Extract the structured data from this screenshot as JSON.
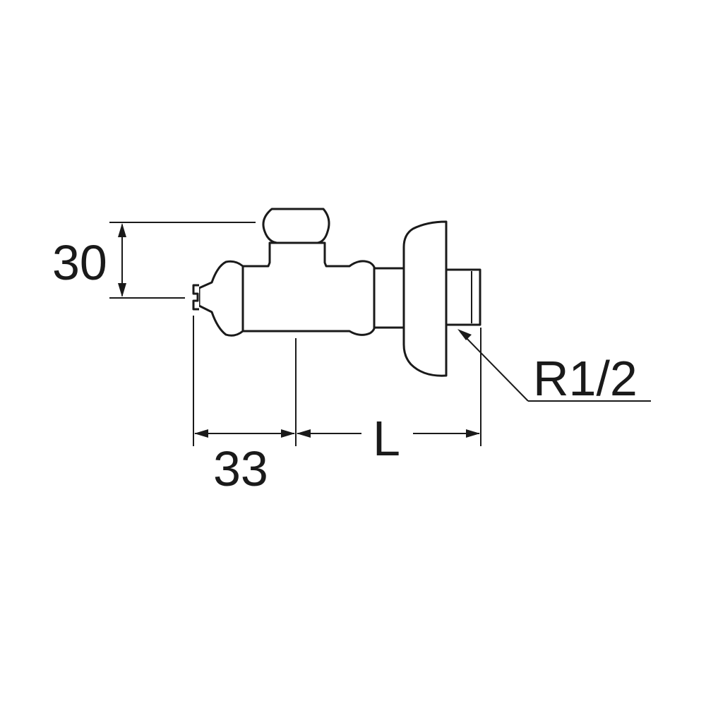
{
  "dimensions": {
    "height_offset": "30",
    "spout_length": "33",
    "overall_length": "L"
  },
  "thread_callout": "R1/2",
  "colors": {
    "line": "#1a1a1a",
    "background": "#ffffff"
  }
}
